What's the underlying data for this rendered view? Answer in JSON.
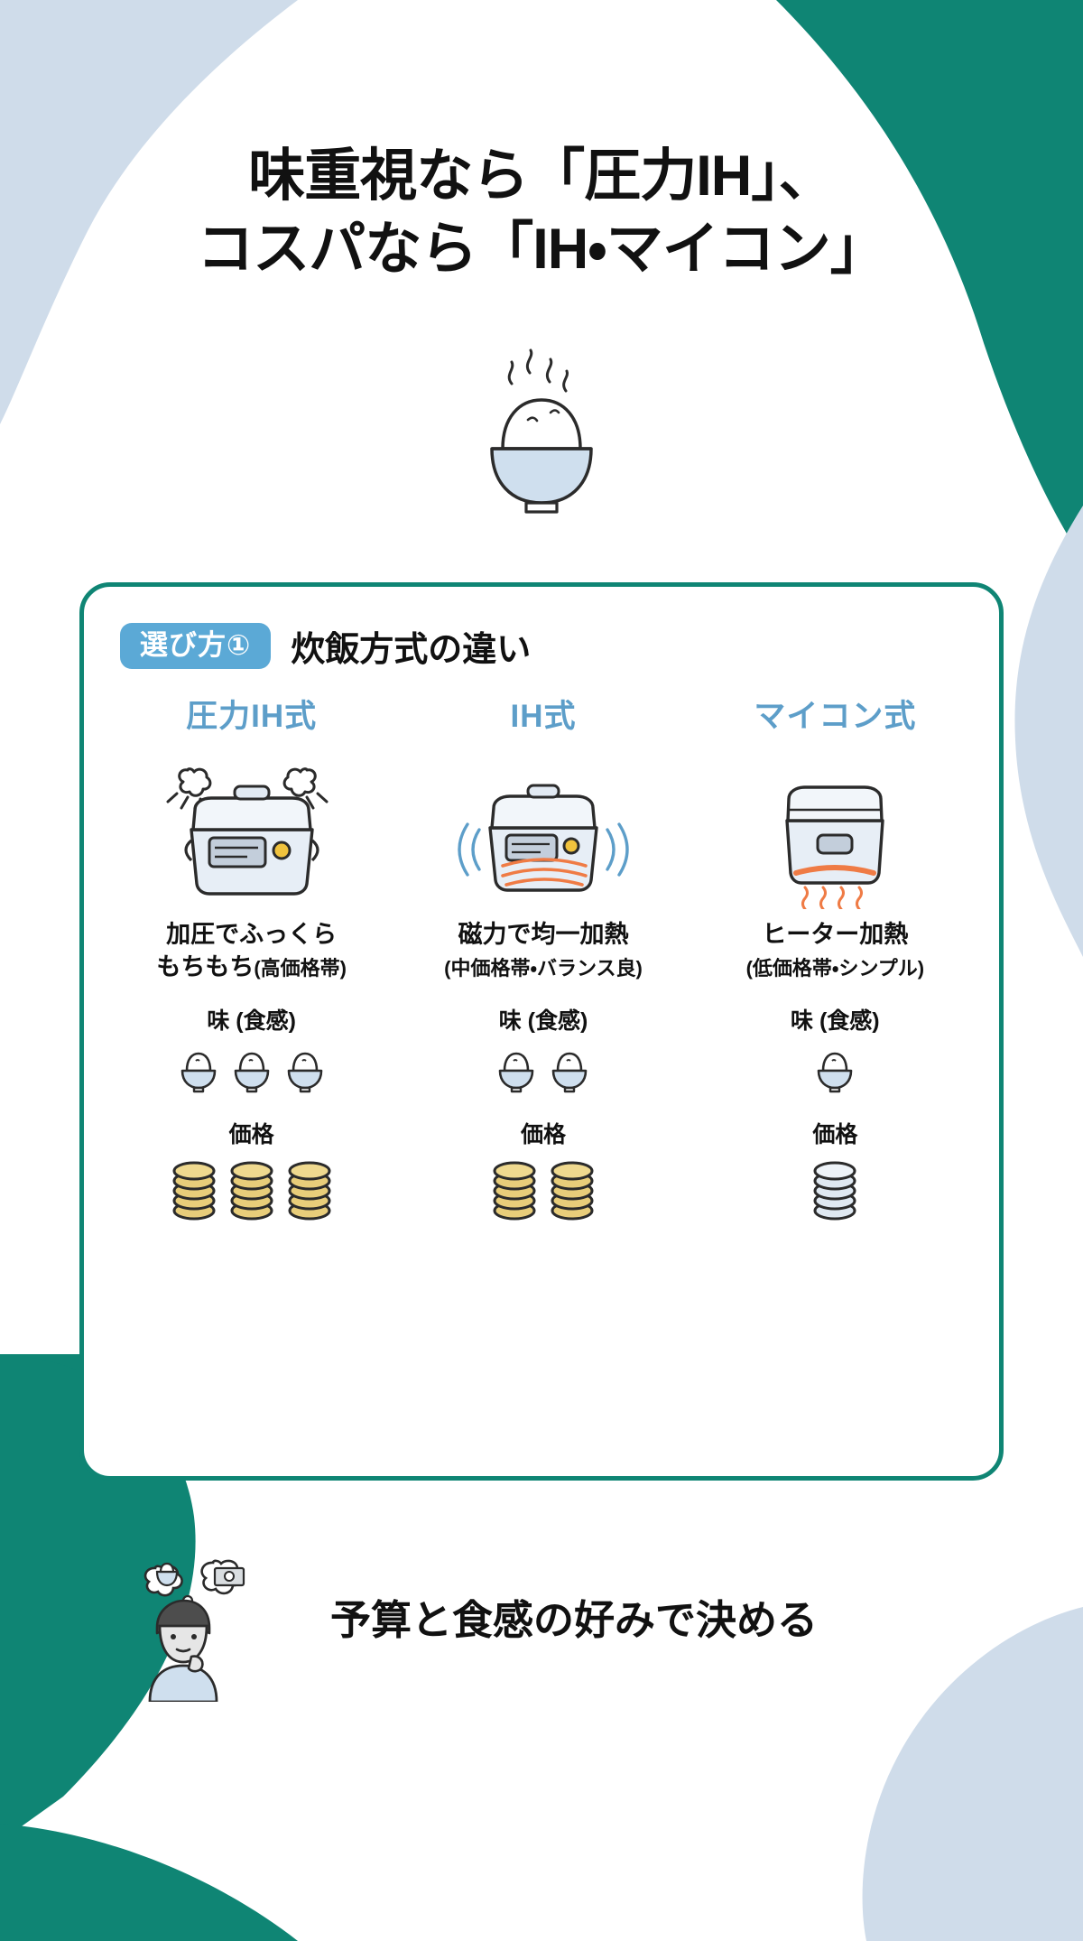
{
  "theme": {
    "teal": "#0f8574",
    "pale_blue": "#cfdcea",
    "badge_blue": "#5ba9d6",
    "heading_blue": "#5d9ec9",
    "ink": "#111111",
    "coin_gold": "#e8cd7a",
    "coin_silver": "#dfe8f1",
    "bowl_blue": "#cfdfee",
    "heat_orange": "#ef7b45"
  },
  "title": {
    "line1": "味重視なら「圧力IH」、",
    "line2": "コスパなら「IH・マイコン」"
  },
  "hero": {
    "icon": "steaming-rice-bowl-icon"
  },
  "card": {
    "badge": "選び方①",
    "heading": "炊飯方式の違い",
    "rate_label": "味 (食感)",
    "price_label": "価格",
    "columns": [
      {
        "title": "圧力IH式",
        "art": "pressure-ih-rice-cooker-icon",
        "desc_line1": "加圧でふっくら",
        "desc_line2_main": "もちもち",
        "desc_line2_note": "(高価格帯)",
        "rate_label": "味 (食感)",
        "taste_score": 3,
        "price_label": "価格",
        "price_score": 3,
        "coin_style": "gold"
      },
      {
        "title": "IH式",
        "art": "ih-rice-cooker-icon",
        "desc_line1": "磁力で均一加熱",
        "desc_line2_main": "",
        "desc_line2_note": "(中価格帯・バランス良)",
        "rate_label": "味 (食感)",
        "taste_score": 2,
        "price_label": "価格",
        "price_score": 2,
        "coin_style": "gold"
      },
      {
        "title": "マイコン式",
        "art": "microcomputer-rice-cooker-icon",
        "desc_line1": "ヒーター加熱",
        "desc_line2_main": "",
        "desc_line2_note": "(低価格帯・シンプル)",
        "rate_label": "味 (食感)",
        "taste_score": 1,
        "price_label": "価格",
        "price_score": 1,
        "coin_style": "silver"
      }
    ]
  },
  "footer": {
    "icon": "thinking-person-icon",
    "thought_left": "rice-bowl-thought-icon",
    "thought_right": "money-bill-thought-icon",
    "text": "予算と食感の好みで決める"
  }
}
